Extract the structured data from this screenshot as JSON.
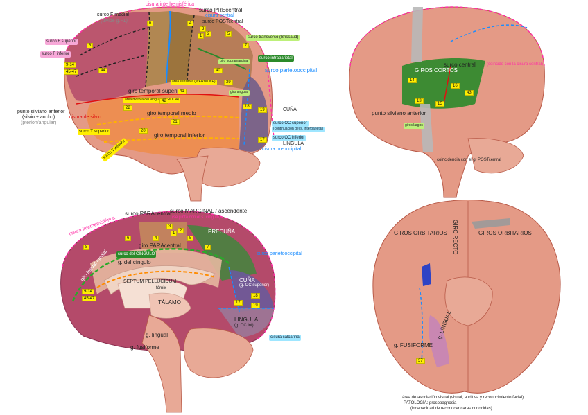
{
  "colors": {
    "brain": "#e49a86",
    "frontal": "#b44a6a",
    "parietal": "#8a5a2a",
    "temporal": "#e07a3a",
    "occipital": "#c04a8a",
    "limbic": "#b06050",
    "green": "#2a8a2a",
    "pink_line": "#ff2fa6",
    "blue_line": "#1a8cff",
    "yellow": "#ffee00"
  },
  "lateral": {
    "cisura_inter": "cisura interhemisférica",
    "surco_f_medial": "surco F medial",
    "divide_g_f1": "(divide g.F1)",
    "surco_pre": "surco PREcentral",
    "cisura_central": "cisura central",
    "surco_post": "surco POSTcentral",
    "surco_transverso": "surco transverso (Brissaud)",
    "surco_f_superior": "surco F superior",
    "surco_f_inferior": "surco F inferior",
    "surco_intraparietal": "surco intraparietal",
    "surco_parietooccipital": "surco parietooccipital",
    "giro_temp_sup": "giro temporal superior",
    "giro_temp_medio": "giro temporal medio",
    "giro_temp_inf": "giro temporal inferior",
    "punto_silviano": "punto silviano anterior",
    "silvio_ancho": "(silvio + ancho)",
    "pterion": "(pterion/angular)",
    "cisura_silvio": "cisura de silvio",
    "surco_t_sup": "surco T superior",
    "surco_t_inf": "surco T inferior",
    "surco_oc_sup": "surco OC superior",
    "continuacion": "(continuación del s. interparietal)",
    "surco_oc_inf": "surco OC inferior",
    "cisura_preoccipital": "cisura preoccipital",
    "cuna": "CUÑA",
    "lingula": "LINGULA",
    "area_44": "área motora del lenguaje (BROCA)",
    "w_22": "área sensitiva (WERNICKE)",
    "giro_supramarginal": "giro supramarginal",
    "giro_angular": "giro angular",
    "numbers": [
      "4",
      "6",
      "8",
      "3",
      "1",
      "2",
      "5",
      "7",
      "39",
      "40",
      "41",
      "42",
      "22",
      "21",
      "20",
      "19",
      "18",
      "17",
      "9-14",
      "45-47",
      "44"
    ]
  },
  "insula": {
    "surco_central": "surco central",
    "coincide": "(coincide con la cisura central)",
    "punto_silviano": "punto silviano anterior",
    "coincidencia": "coincidencia con el g. POSTcentral",
    "giros_cortos": "GIROS CORTOS",
    "giros_largos": "giros largos",
    "num": [
      "14",
      "16",
      "13",
      "15",
      "43"
    ]
  },
  "medial": {
    "cisura_inter": "cisura interhemisférica",
    "surco_paracentral": "surco PARAcentral",
    "marginal": "surco MARGINAL / ascendente",
    "se_junta": "(se junta con el s. cíngulo)",
    "giro_paracentral": "giro PARAcentral",
    "precuna": "PRECUÑA",
    "surco_parietooccipital": "surco parietooccipital",
    "giro_frontal_medial": "giro frontal medial",
    "surco_cingulo": "surco del CÍNGULO",
    "g_cingulo": "g. del cíngulo",
    "septum": "SEPTUM PELLUCIDUM",
    "fornix": "fórnix",
    "talamo": "TÁLAMO",
    "cuna": "CUÑA",
    "g_oc_sup": "(g. OC superior)",
    "lingula": "LINGULA",
    "g_oc_inf": "(g. OC inf)",
    "cisura_calcarina": "cisura calcarina",
    "g_lingual": "g. lingual",
    "g_fusiforme": "g. fusiforme",
    "num": [
      "8",
      "6",
      "4",
      "3",
      "1",
      "2",
      "5",
      "7",
      "17",
      "18",
      "19",
      "9-14",
      "45-47"
    ]
  },
  "inferior": {
    "giros_orbitarios_l": "GIROS ORBITARIOS",
    "giro_recto": "GIRO RECTO",
    "giros_orbitarios_r": "GIROS ORBITARIOS",
    "g_fusiforme": "g. FUSIFORME",
    "g_lingual": "g. LINGUAL",
    "area_reconocimiento": "área de asociación visual (visual, auditiva y reconocimiento facial)",
    "patologia": "PATOLOGÍA: prosopagnosia",
    "incapacidad": "(incapacidad de reconocer caras conocidas)",
    "num": [
      "37"
    ]
  }
}
